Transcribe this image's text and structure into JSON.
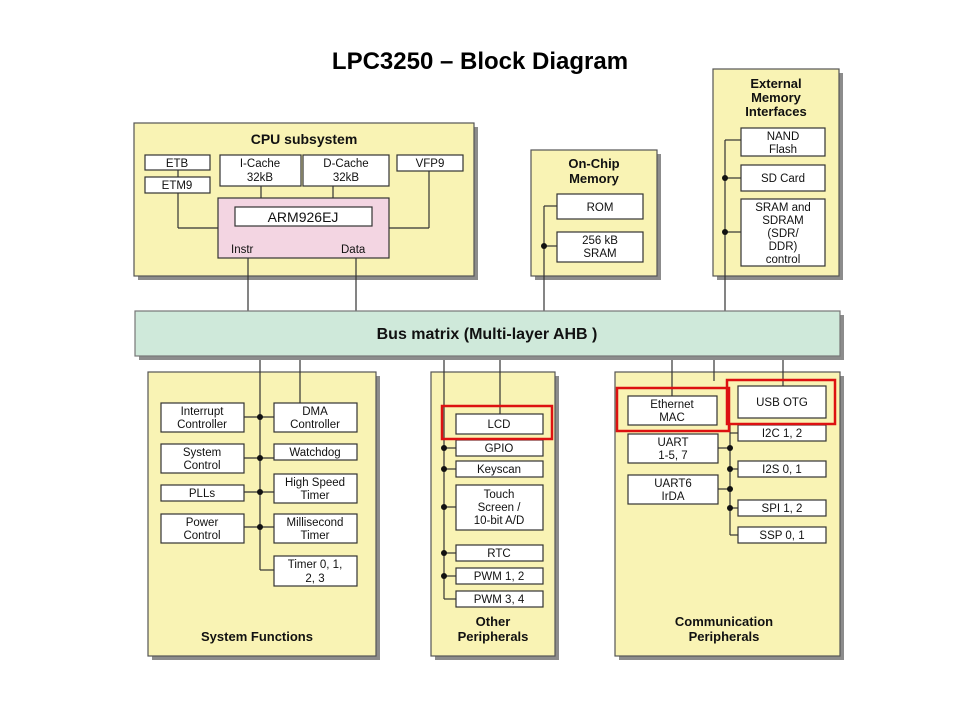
{
  "title": "LPC3250 – Block Diagram",
  "groups": {
    "cpu": {
      "title": "CPU subsystem",
      "etb": "ETB",
      "etm9": "ETM9",
      "icache": [
        "I-Cache",
        "32kB"
      ],
      "dcache": [
        "D-Cache",
        "32kB"
      ],
      "vfp9": "VFP9",
      "arm": "ARM926EJ",
      "instr": "Instr",
      "data": "Data"
    },
    "onchip": {
      "title": [
        "On-Chip",
        "Memory"
      ],
      "rom": "ROM",
      "sram": [
        "256 kB",
        "SRAM"
      ]
    },
    "external": {
      "title": [
        "External",
        "Memory",
        "Interfaces"
      ],
      "nand": [
        "NAND",
        "Flash"
      ],
      "sdcard": "SD Card",
      "sram_sdram": [
        "SRAM and",
        "SDRAM",
        "(SDR/",
        "DDR)",
        "control"
      ]
    },
    "bus": {
      "label": "Bus matrix (Multi-layer AHB )"
    },
    "system": {
      "title": "System Functions",
      "interrupt": [
        "Interrupt",
        "Controller"
      ],
      "dma": [
        "DMA",
        "Controller"
      ],
      "system_control": [
        "System",
        "Control"
      ],
      "watchdog": "Watchdog",
      "plls": "PLLs",
      "hst": [
        "High Speed",
        "Timer"
      ],
      "power": [
        "Power",
        "Control"
      ],
      "ms_timer": [
        "Millisecond",
        "Timer"
      ],
      "timers": [
        "Timer 0, 1,",
        "2, 3"
      ]
    },
    "other": {
      "title": [
        "Other",
        "Peripherals"
      ],
      "lcd": "LCD",
      "gpio": "GPIO",
      "keyscan": "Keyscan",
      "touch": [
        "Touch",
        "Screen /",
        "10-bit A/D"
      ],
      "rtc": "RTC",
      "pwm12": "PWM 1, 2",
      "pwm34": "PWM 3, 4"
    },
    "comm": {
      "title": [
        "Communication",
        "Peripherals"
      ],
      "ethernet": [
        "Ethernet",
        "MAC"
      ],
      "usb": "USB OTG",
      "i2c": "I2C 1, 2",
      "uart15": [
        "UART",
        "1-5, 7"
      ],
      "i2s": "I2S 0, 1",
      "uart6": [
        "UART6",
        "IrDA"
      ],
      "spi": "SPI 1, 2",
      "ssp": "SSP 0, 1"
    }
  },
  "colors": {
    "group_fill": "#f9f3b4",
    "bus_fill": "#cfe9da",
    "arm_fill": "#f3d5e2",
    "highlight": "#dd1111"
  }
}
